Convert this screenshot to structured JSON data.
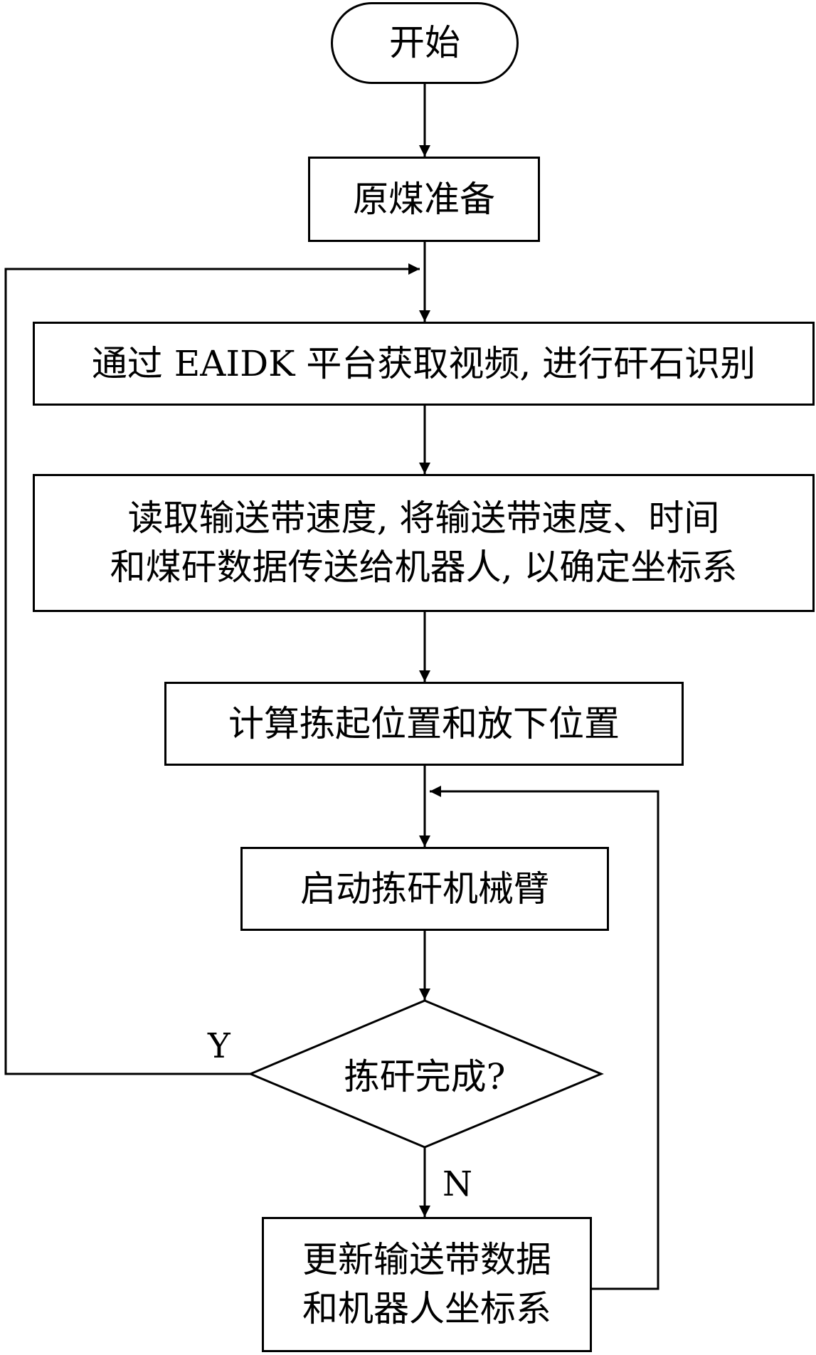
{
  "flowchart": {
    "start": "开始",
    "prepare_coal": "原煤准备",
    "acquire_video": "通过 EAIDK 平台获取视频, 进行矸石识别",
    "read_speed": {
      "line1": "读取输送带速度, 将输送带速度、时间",
      "line2": "和煤矸数据传送给机器人, 以确定坐标系"
    },
    "compute_positions": "计算拣起位置和放下位置",
    "start_arm": "启动拣矸机械臂",
    "decision": "拣矸完成?",
    "update": {
      "line1": "更新输送带数据",
      "line2": "和机器人坐标系"
    },
    "yes_label": "Y",
    "no_label": "N"
  }
}
